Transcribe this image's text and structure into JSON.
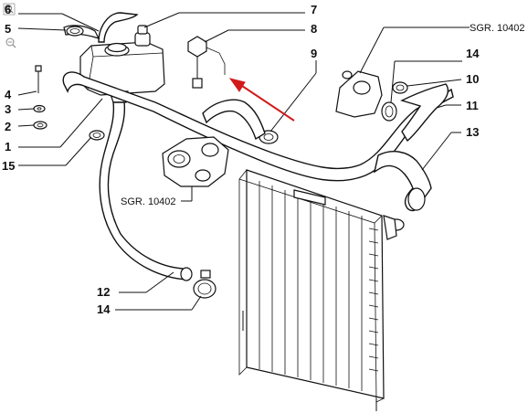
{
  "toolbar": {
    "zoom_in_icon": "zoom-in-icon",
    "zoom_out_icon": "zoom-out-icon"
  },
  "references": {
    "sgr_top": "SGR. 10402",
    "sgr_mid": "SGR. 10402"
  },
  "callouts": {
    "c1": "1",
    "c2": "2",
    "c3": "3",
    "c4": "4",
    "c5": "5",
    "c6": "6",
    "c7": "7",
    "c8": "8",
    "c9": "9",
    "c10": "10",
    "c11": "11",
    "c12": "12",
    "c13": "13",
    "c14a": "14",
    "c14b": "14",
    "c15": "15"
  },
  "colors": {
    "line": "#111111",
    "highlight_arrow": "#d11a1a",
    "background": "#ffffff"
  }
}
